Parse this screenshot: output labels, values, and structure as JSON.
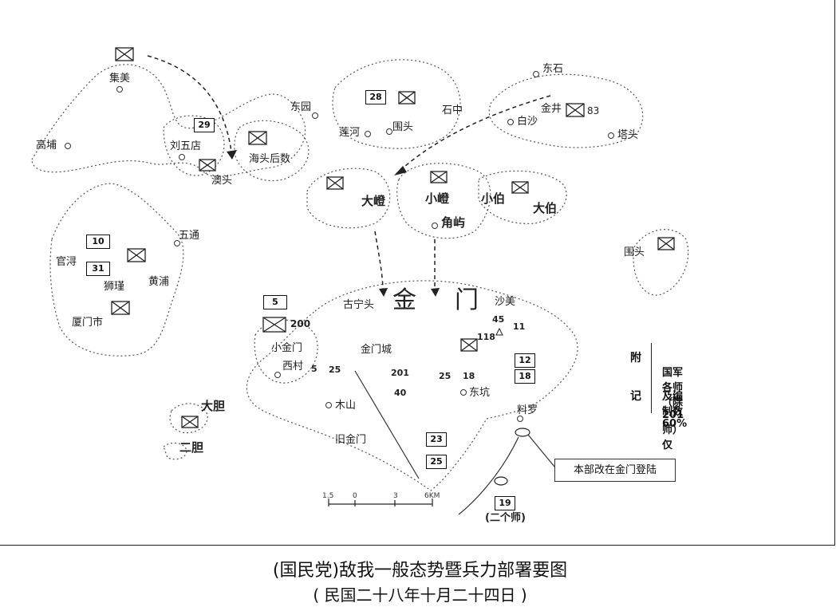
{
  "title": "(国民党)敌我一般态势暨兵力部署要图",
  "subtitle": "( 民国二十八年十月二十四日 )",
  "note": {
    "side1": "附",
    "side2": "记",
    "line1": "国军各师（除201师）仅",
    "line2": "及编制数60%"
  },
  "callout": "本部改在金门登陆",
  "places": {
    "jimei": "集美",
    "gaoqi": "高埔",
    "liuwudian": "刘五店",
    "aotou": "澳头",
    "haiyanghou": "海头后数",
    "dongyuan": "东园",
    "lianhe": "莲河",
    "weitou": "围头",
    "shizhong": "石中",
    "dongshi": "东石",
    "baisha": "白沙",
    "jinjing": "金井",
    "tatou": "塔头",
    "guanxun": "官浔",
    "wutong": "五通",
    "huangpu": "黄浦",
    "xiamenshi": "厦门市",
    "xiaojinmen": "小金门",
    "xicun": "西村",
    "jinmen_big": "金",
    "jinmen_big2": "门",
    "guningtou": "古宁头",
    "shamei": "沙美",
    "jinmencheng": "金门城",
    "dongkeng": "东坑",
    "mushan": "木山",
    "jiujinmen": "旧金门",
    "liaoluo": "料罗",
    "weitou2": "围头",
    "dadeng": "大嶝",
    "xiaodeng": "小嶝",
    "jiaoyu": "角屿",
    "xiaobo": "小伯",
    "dabo": "大伯",
    "dadan": "大胆",
    "erdan": "二胆",
    "shijiao": "狮瑾"
  },
  "units": {
    "u28": "28",
    "u29": "29",
    "u10": "10",
    "u31": "31",
    "u5": "5",
    "u200": "200",
    "u83": "83",
    "u12": "12",
    "u18": "18",
    "u23": "23",
    "u25": "25",
    "u19": "19",
    "n45": "45",
    "n11": "11",
    "n118": "118",
    "n25a": "25",
    "n201": "201",
    "n25b": "25",
    "n18": "18",
    "n40": "40",
    "n5": "5",
    "two_div": "(二个师)"
  },
  "scale": {
    "t0": "1.5",
    "t1": "0",
    "t2": "3",
    "t3": "6KM"
  }
}
